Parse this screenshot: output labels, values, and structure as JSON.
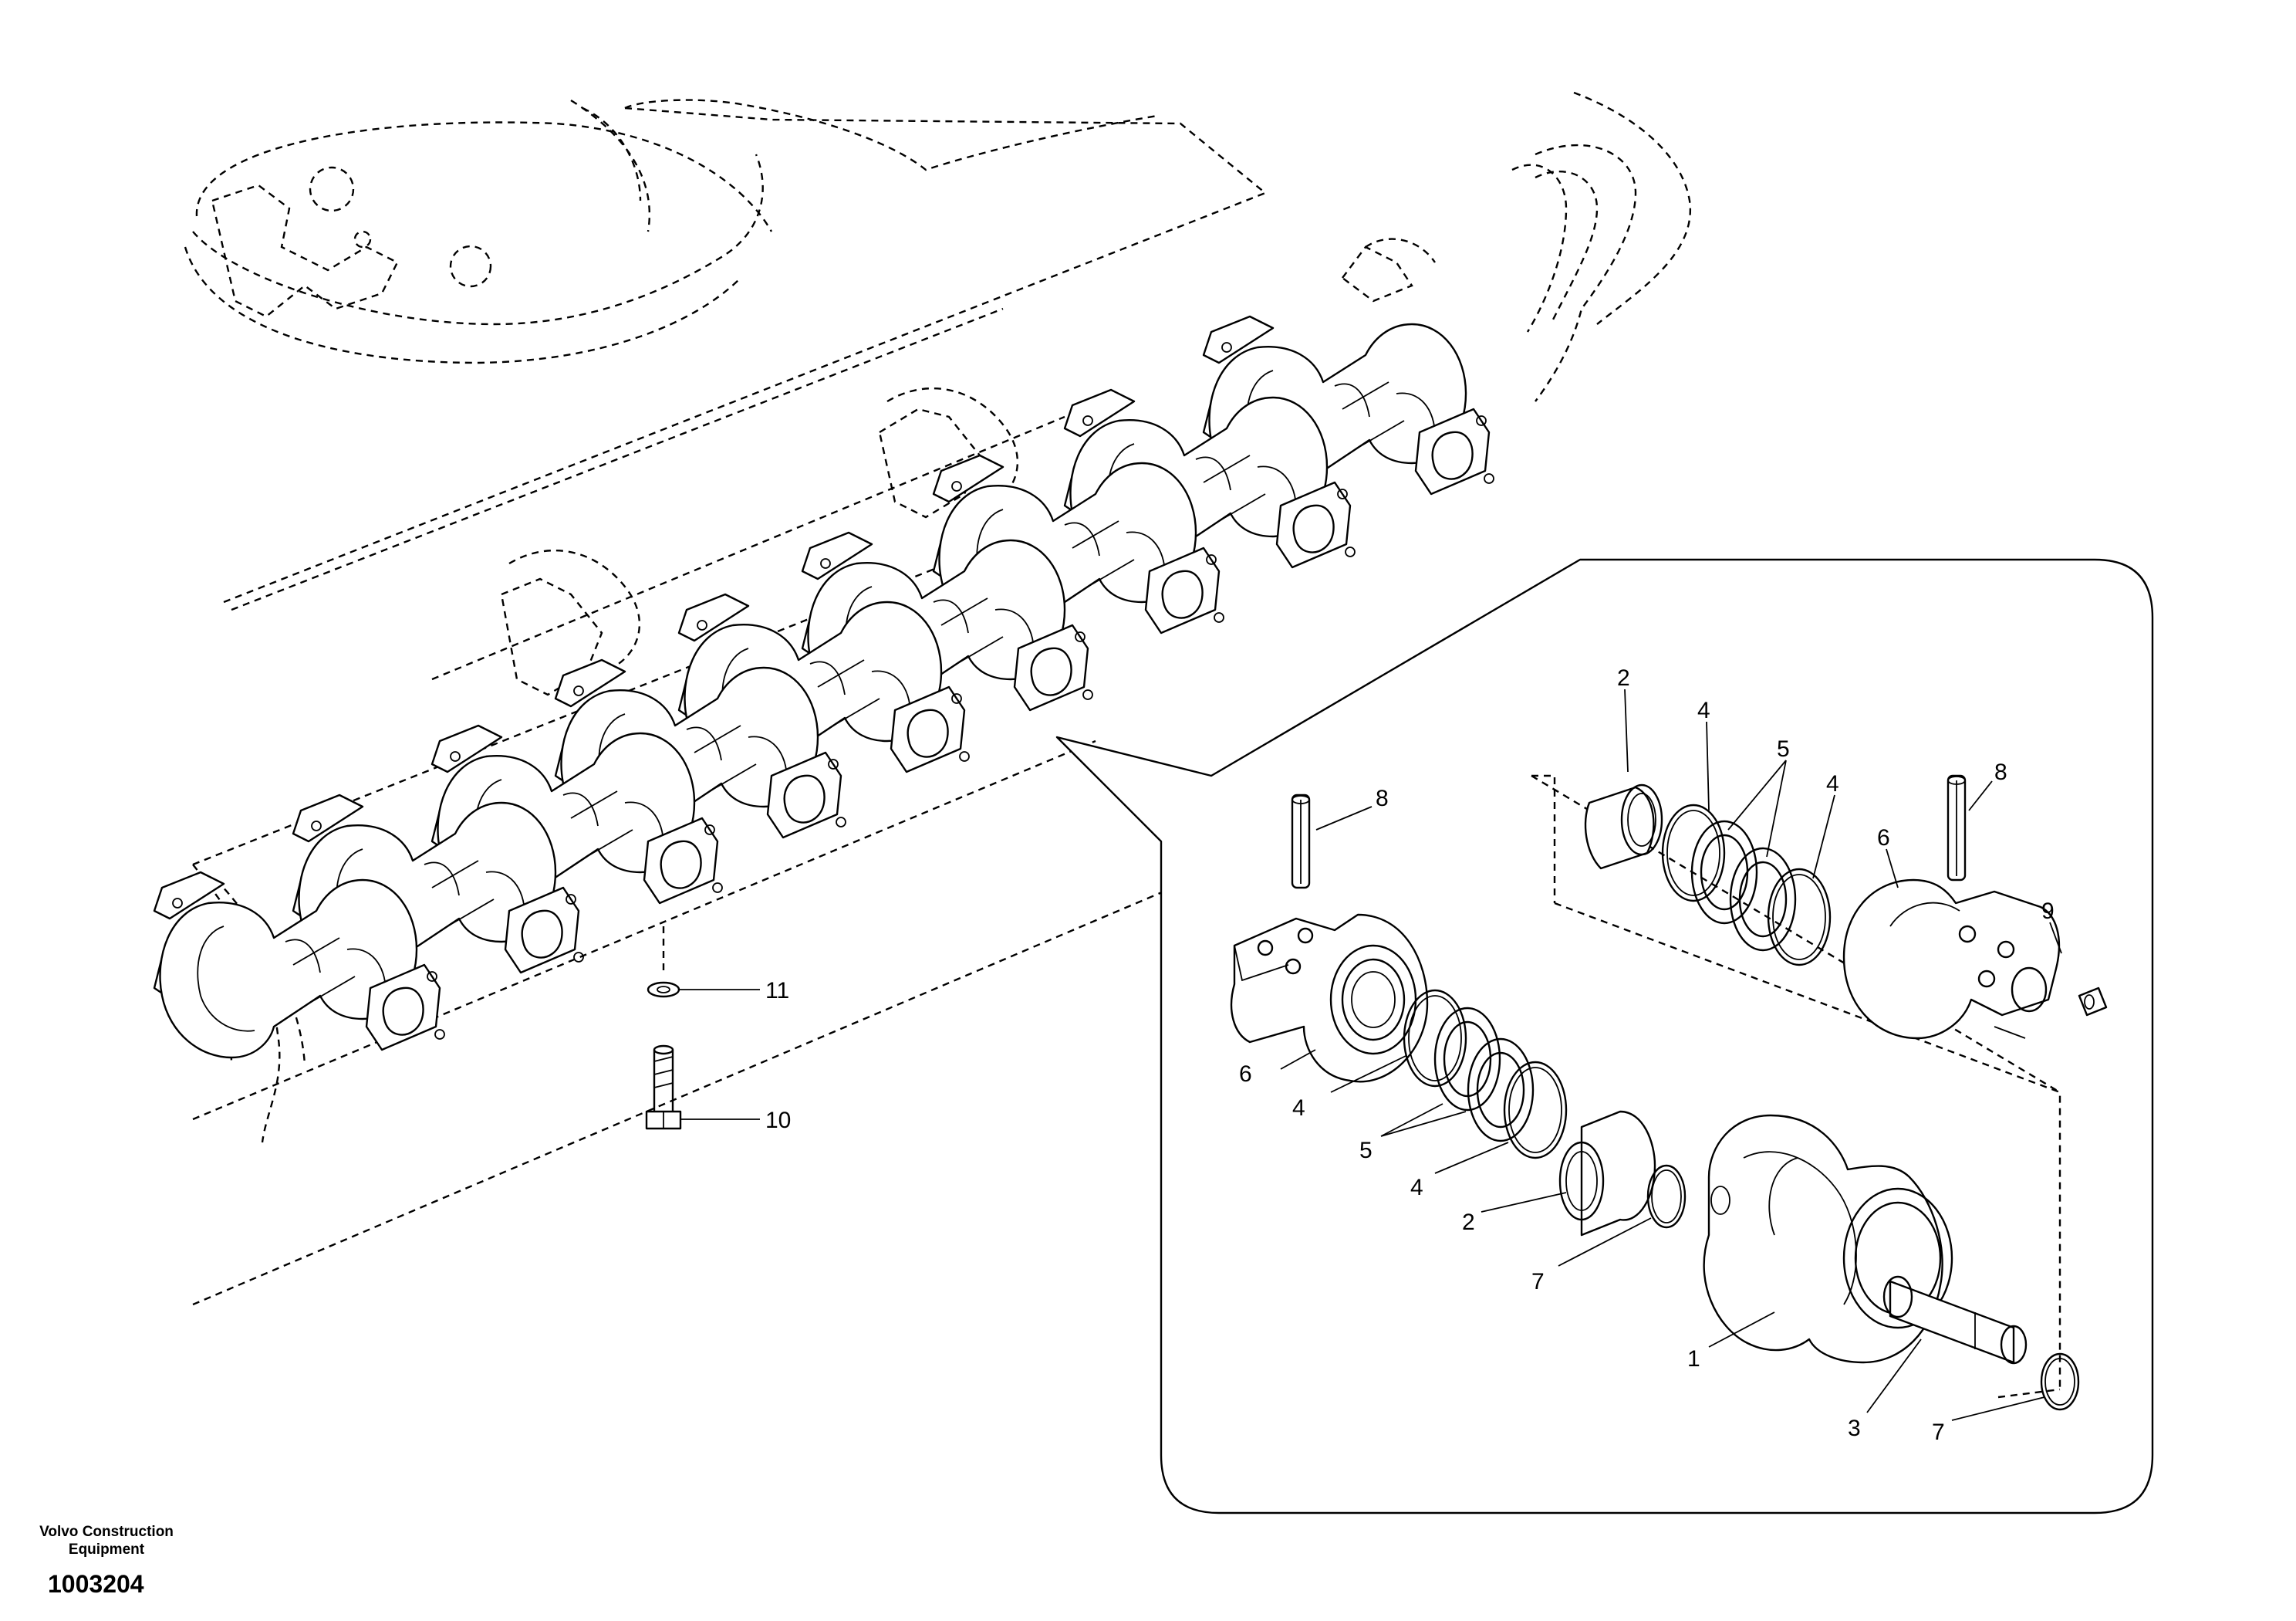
{
  "diagram": {
    "callouts": {
      "c1": "1",
      "c2a": "2",
      "c2b": "2",
      "c3": "3",
      "c4a": "4",
      "c4b": "4",
      "c4c": "4",
      "c4d": "4",
      "c5a": "5",
      "c5b": "5",
      "c6a": "6",
      "c6b": "6",
      "c7a": "7",
      "c7b": "7",
      "c8a": "8",
      "c8b": "8",
      "c9": "9",
      "c10": "10",
      "c11": "11"
    },
    "footer": {
      "brand_line1": "Volvo Construction",
      "brand_line2": "Equipment",
      "code": "1003204"
    }
  }
}
